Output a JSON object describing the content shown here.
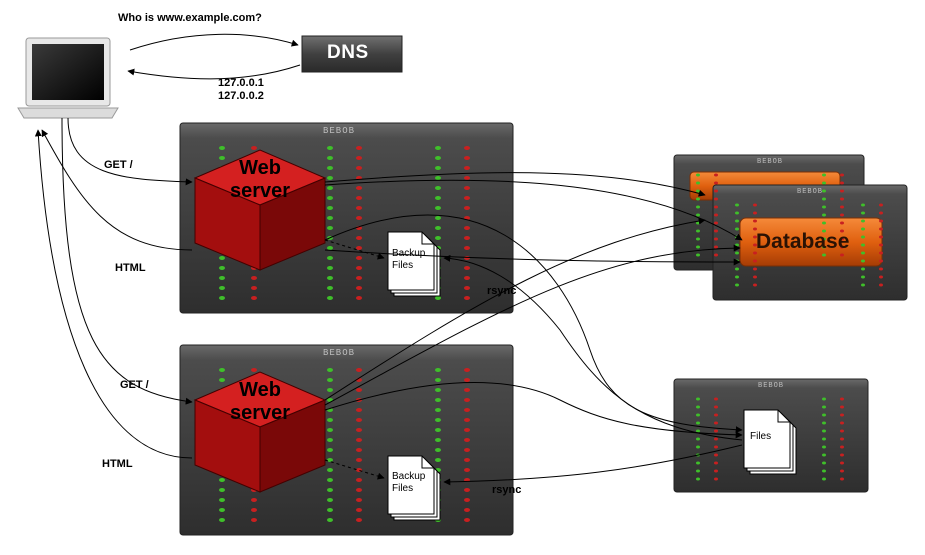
{
  "dns_query": "Who is www.example.com?",
  "dns_label": "DNS",
  "dns_answer_1": "127.0.0.1",
  "dns_answer_2": "127.0.0.2",
  "server_brand": "BEBOB",
  "web_server_1": {
    "line1": "Web",
    "line2": "server",
    "request": "GET /",
    "response": "HTML",
    "backup_line1": "Backup",
    "backup_line2": "Files",
    "sync": "rsync"
  },
  "web_server_2": {
    "line1": "Web",
    "line2": "server",
    "request": "GET /",
    "response": "HTML",
    "backup_line1": "Backup",
    "backup_line2": "Files",
    "sync": "rsync"
  },
  "database_label": "Database",
  "files_label": "Files",
  "colors": {
    "cube": "#b01010",
    "database": "#e0600f",
    "led_green": "#3fbf2a",
    "led_red": "#c82020",
    "chassis": "#4a4a4a"
  }
}
